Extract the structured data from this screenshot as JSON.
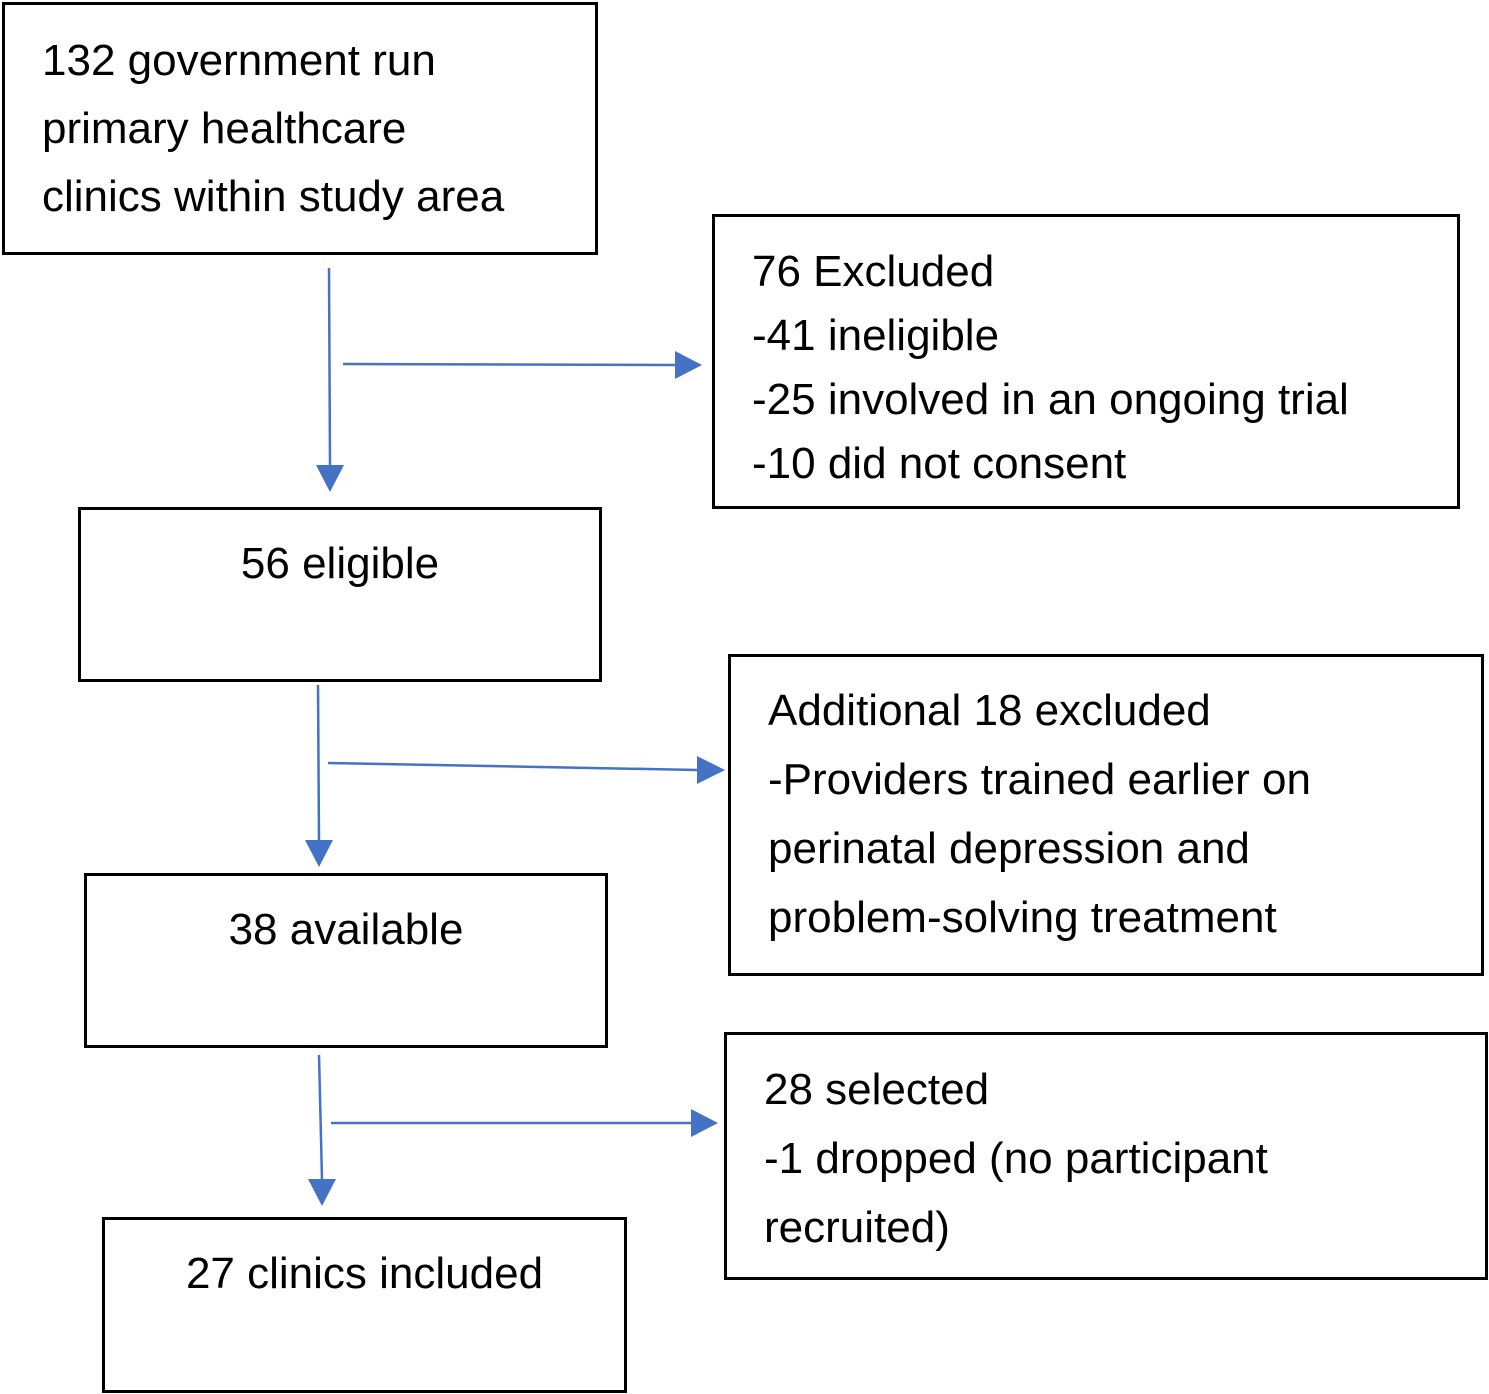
{
  "boxes": {
    "total": {
      "lines": [
        "132 government run",
        "primary healthcare",
        "clinics within study area"
      ]
    },
    "excluded": {
      "lines": [
        "76 Excluded",
        "-41 ineligible",
        "-25 involved in an ongoing trial",
        "-10 did not consent"
      ]
    },
    "eligible": {
      "lines": [
        "56 eligible"
      ]
    },
    "additional_excluded": {
      "lines": [
        "Additional 18 excluded",
        "-Providers trained earlier on",
        "perinatal depression and",
        "problem-solving treatment"
      ]
    },
    "available": {
      "lines": [
        "38 available"
      ]
    },
    "selected": {
      "lines": [
        "28 selected",
        "-1 dropped (no participant",
        "recruited)"
      ]
    },
    "included": {
      "lines": [
        "27 clinics included"
      ]
    }
  },
  "colors": {
    "arrow": "#4472c4",
    "border": "#000000"
  }
}
